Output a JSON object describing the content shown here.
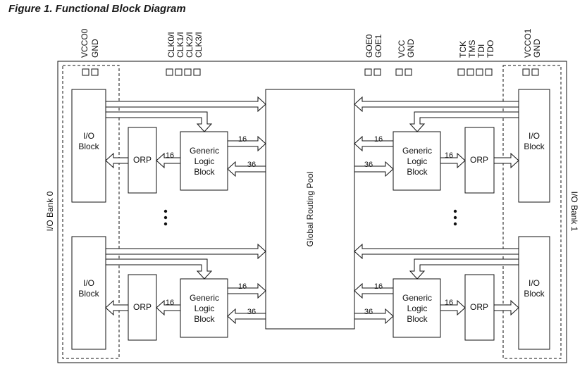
{
  "title": "Figure 1. Functional Block Diagram",
  "pins": {
    "bank0_power": [
      "VCCO0",
      "GND"
    ],
    "clocks": [
      "CLK0/I",
      "CLK1/I",
      "CLK2/I",
      "CLK3/I"
    ],
    "goe": [
      "GOE0",
      "GOE1"
    ],
    "core_power": [
      "VCC",
      "GND"
    ],
    "jtag": [
      "TCK",
      "TMS",
      "TDI",
      "TDO"
    ],
    "bank1_power": [
      "VCCO1",
      "GND"
    ]
  },
  "labels": {
    "bank0": "I/O Bank 0",
    "bank1": "I/O Bank 1",
    "routing_pool": "Global Routing Pool",
    "io_block_line1": "I/O",
    "io_block_line2": "Block",
    "orp": "ORP",
    "glb_line1": "Generic",
    "glb_line2": "Logic",
    "glb_line3": "Block",
    "bus_16": "16",
    "bus_36": "36"
  },
  "colors": {
    "stroke": "#111111",
    "background": "#ffffff"
  }
}
